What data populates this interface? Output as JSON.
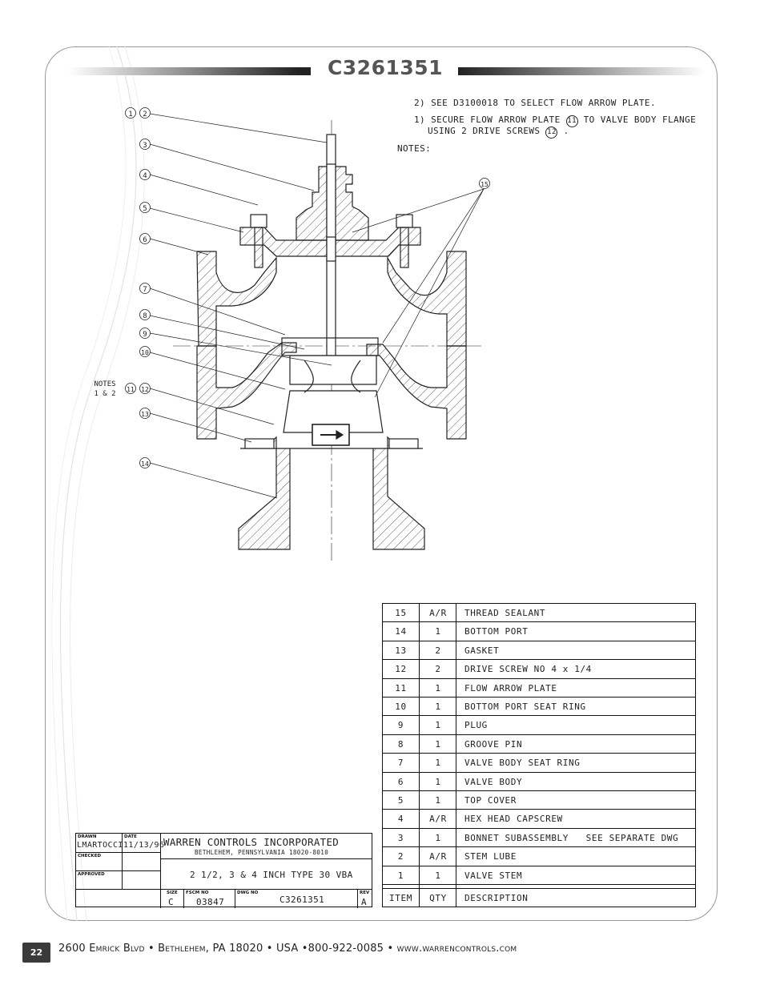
{
  "document": {
    "title": "C3261351"
  },
  "notes": {
    "heading": "NOTES:",
    "note2": "2) SEE D3100018 TO SELECT FLOW ARROW PLATE.",
    "note1_a": "1) SECURE FLOW ARROW PLATE",
    "note1_ref1": "11",
    "note1_b": "TO VALVE BODY FLANGE",
    "note1_c": "USING 2 DRIVE SCREWS",
    "note1_ref2": "12",
    "note1_end": "."
  },
  "callouts": {
    "c1": "1",
    "c2": "2",
    "c3": "3",
    "c4": "4",
    "c5": "5",
    "c6": "6",
    "c7": "7",
    "c8": "8",
    "c9": "9",
    "c10": "10",
    "c11": "11",
    "c12": "12",
    "c13": "13",
    "c14": "14",
    "c15": "15",
    "notes_ref_a": "NOTES",
    "notes_ref_b": "1 & 2"
  },
  "parts": {
    "header": {
      "item": "ITEM",
      "qty": "QTY",
      "description": "DESCRIPTION"
    },
    "rows": [
      {
        "item": "15",
        "qty": "A/R",
        "description": "THREAD SEALANT"
      },
      {
        "item": "14",
        "qty": "1",
        "description": "BOTTOM PORT"
      },
      {
        "item": "13",
        "qty": "2",
        "description": "GASKET"
      },
      {
        "item": "12",
        "qty": "2",
        "description": "DRIVE SCREW NO 4 x 1/4"
      },
      {
        "item": "11",
        "qty": "1",
        "description": "FLOW ARROW PLATE"
      },
      {
        "item": "10",
        "qty": "1",
        "description": "BOTTOM PORT SEAT RING"
      },
      {
        "item": "9",
        "qty": "1",
        "description": "PLUG"
      },
      {
        "item": "8",
        "qty": "1",
        "description": "GROOVE PIN"
      },
      {
        "item": "7",
        "qty": "1",
        "description": "VALVE BODY SEAT RING"
      },
      {
        "item": "6",
        "qty": "1",
        "description": "VALVE BODY"
      },
      {
        "item": "5",
        "qty": "1",
        "description": "TOP COVER"
      },
      {
        "item": "4",
        "qty": "A/R",
        "description": "HEX HEAD CAPSCREW"
      },
      {
        "item": "3",
        "qty": "1",
        "description": "BONNET SUBASSEMBLY   SEE SEPARATE DWG"
      },
      {
        "item": "2",
        "qty": "A/R",
        "description": "STEM LUBE"
      },
      {
        "item": "1",
        "qty": "1",
        "description": "VALVE STEM"
      }
    ]
  },
  "title_block": {
    "drawn_label": "DRAWN",
    "date_label": "DATE",
    "drawn_by": "LMARTOCCI",
    "date": "11/13/96",
    "checked_label": "CHECKED",
    "approved_label": "APPROVED",
    "company": "WARREN CONTROLS INCORPORATED",
    "address": "BETHLEHEM, PENNSYLVANIA 18020-8010",
    "description": "2 1/2, 3 & 4 INCH TYPE 30 VBA",
    "size_label": "SIZE",
    "size": "C",
    "fscm_label": "FSCM NO",
    "fscm": "03847",
    "dwg_label": "DWG NO",
    "dwg": "C3261351",
    "rev_label": "REV",
    "rev": "A"
  },
  "footer": {
    "page": "22",
    "text": "2600 Emrick Blvd • Bethlehem, PA 18020 • USA •800-922-0085 • www.warrencontrols.com"
  }
}
